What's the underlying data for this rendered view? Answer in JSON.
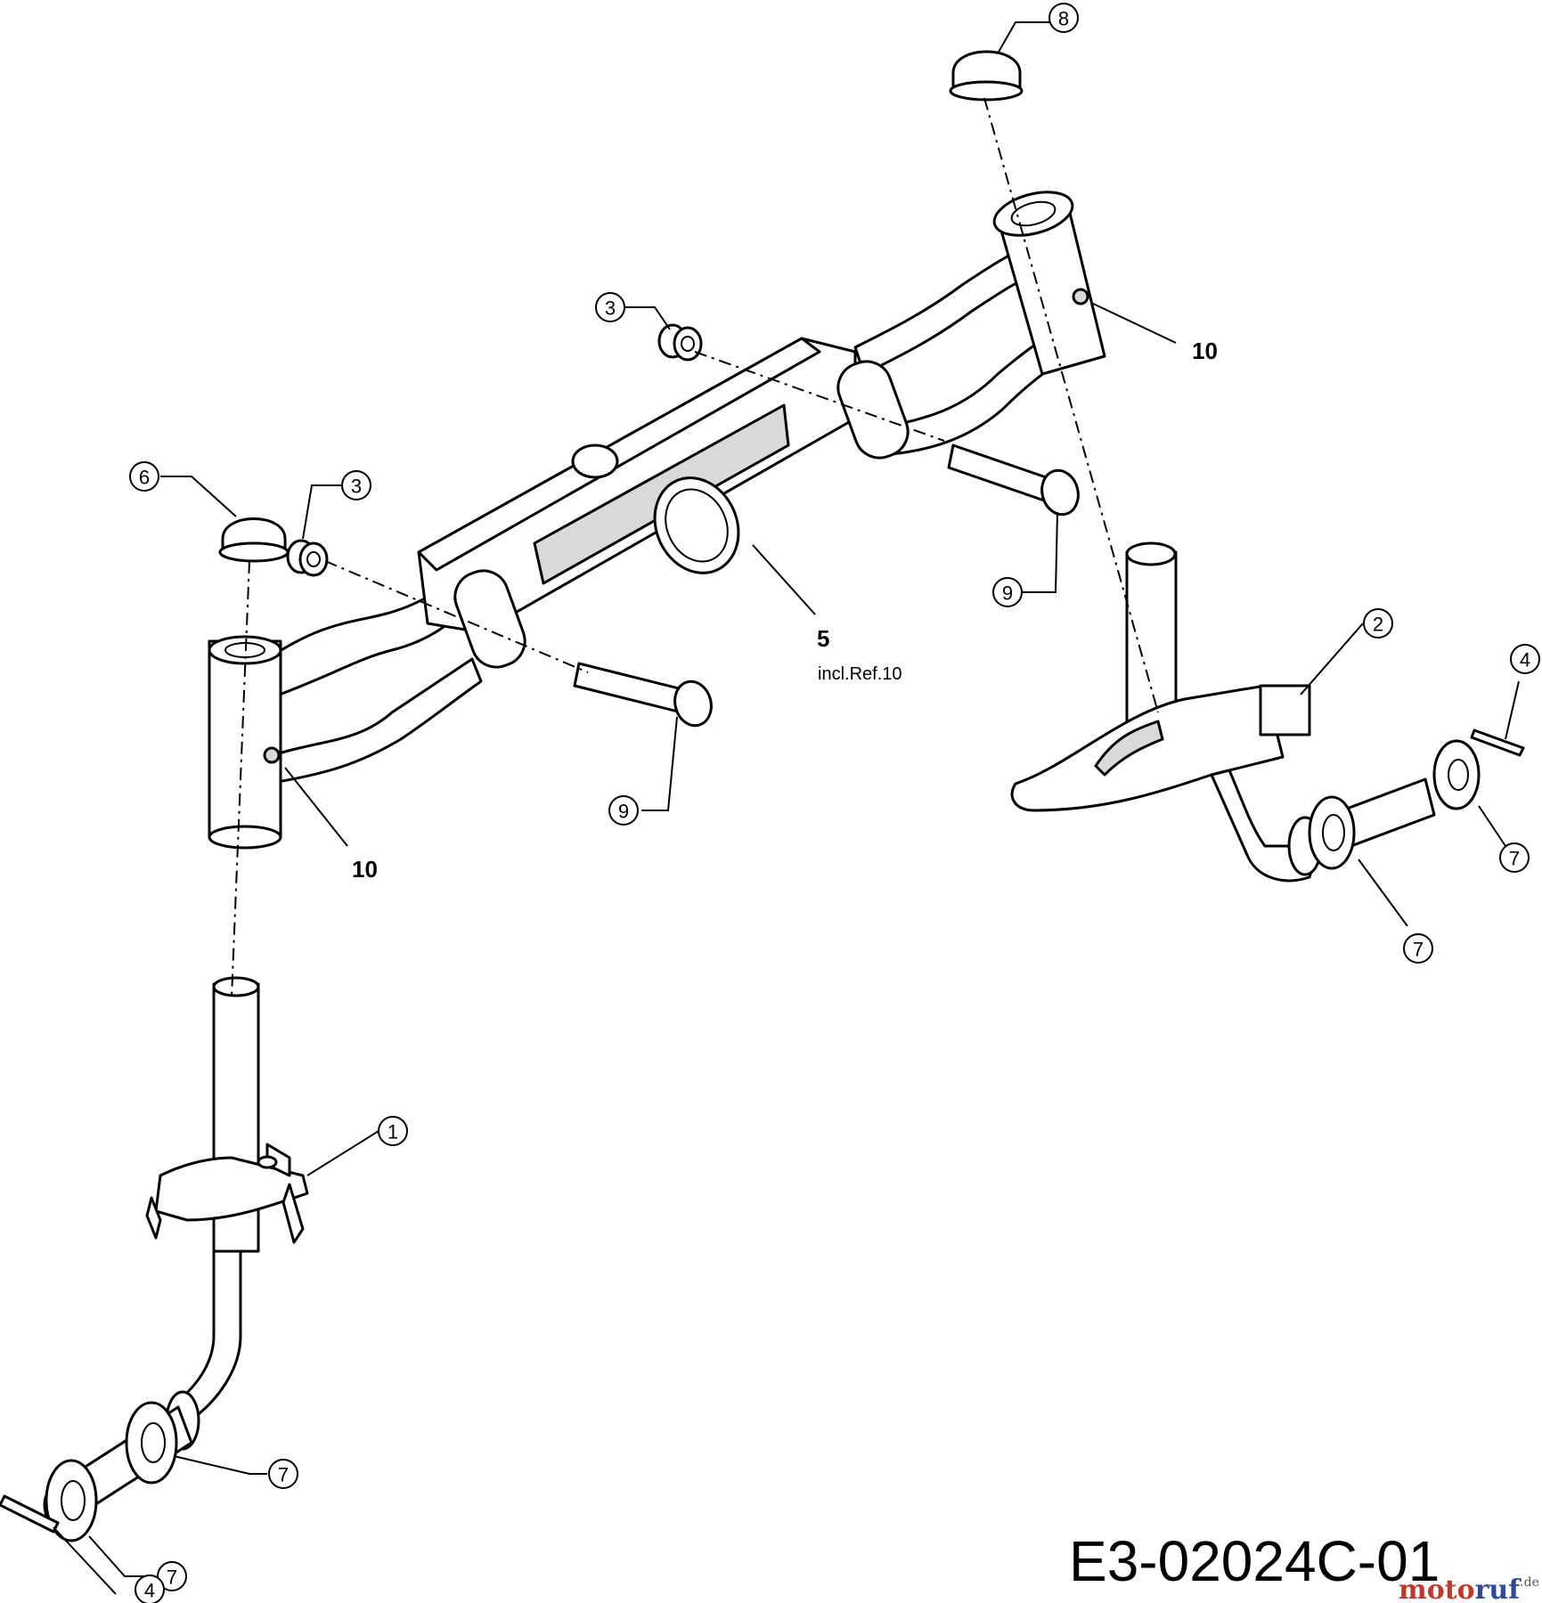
{
  "diagram": {
    "drawing_number": "E3-02024C-01",
    "note_5": "incl.Ref.10",
    "watermark": {
      "part1": "moto",
      "part2": "ruf",
      "suffix": ".de"
    },
    "callouts": {
      "c8": "8",
      "c3a": "3",
      "c10a": "10",
      "c6": "6",
      "c3b": "3",
      "c9a": "9",
      "c5": "5",
      "c2": "2",
      "c4a": "4",
      "c9b": "9",
      "c10b": "10",
      "c7a": "7",
      "c7b": "7",
      "c1": "1",
      "c7c": "7",
      "c7d": "7",
      "c4b": "4"
    }
  }
}
